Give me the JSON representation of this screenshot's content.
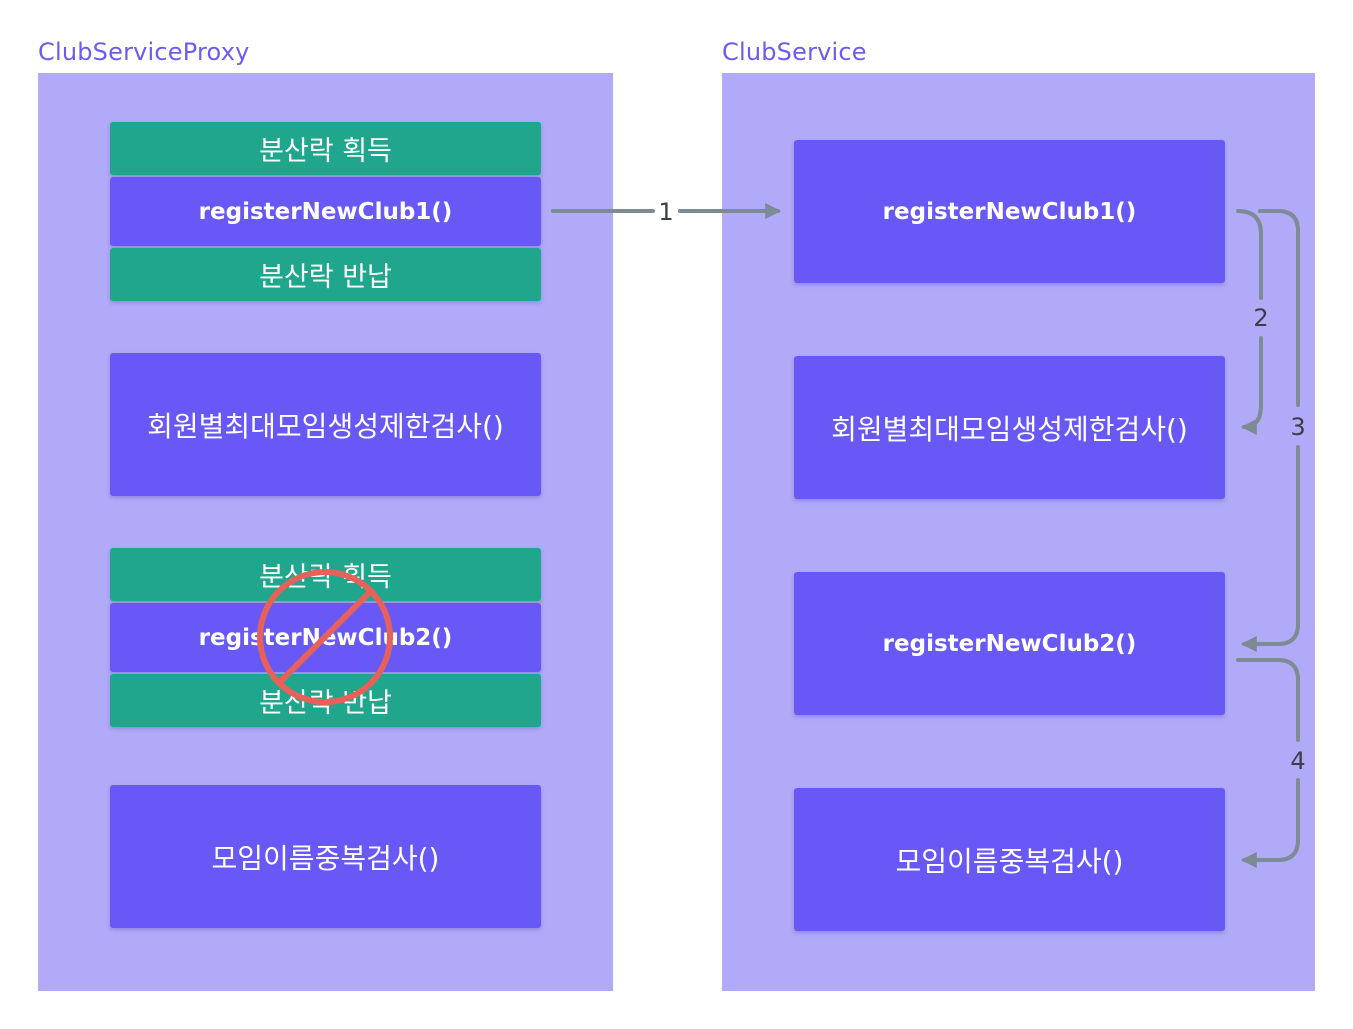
{
  "proxy": {
    "title": "ClubServiceProxy",
    "lock1_acquire": "분산락 획득",
    "method1": "registerNewClub1()",
    "lock1_release": "분산락 반납",
    "check_limit": "회원별최대모임생성제한검사()",
    "lock2_acquire": "분산락 획득",
    "method2": "registerNewClub2()",
    "lock2_release": "분산락 반납",
    "check_duplicate": "모임이름중복검사()"
  },
  "service": {
    "title": "ClubService",
    "method1": "registerNewClub1()",
    "check_limit": "회원별최대모임생성제한검사()",
    "method2": "registerNewClub2()",
    "check_duplicate": "모임이름중복검사()"
  },
  "edges": {
    "e1": "1",
    "e2": "2",
    "e3": "3",
    "e4": "4"
  },
  "colors": {
    "panel": "#b1aaf8",
    "method_box": "#6858f6",
    "lock_box": "#1fa68c",
    "arrow": "#7d8b94",
    "prohibited": "#e8605a",
    "title": "#6a5cf0"
  },
  "icons": {
    "prohibited": "prohibited-icon"
  }
}
